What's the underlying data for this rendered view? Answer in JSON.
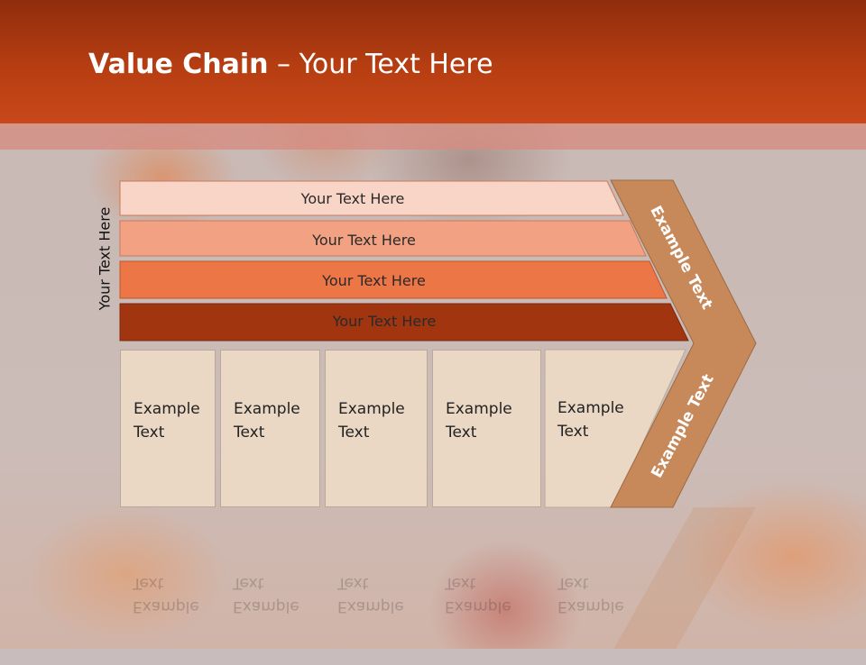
{
  "title": {
    "bold": "Value Chain",
    "rest": " – Your Text Here"
  },
  "side_label": "Your Text Here",
  "bars": [
    "Your Text Here",
    "Your Text Here",
    "Your Text Here",
    "Your Text Here"
  ],
  "boxes": [
    {
      "line1": "Example",
      "line2": "Text"
    },
    {
      "line1": "Example",
      "line2": "Text"
    },
    {
      "line1": "Example",
      "line2": "Text"
    },
    {
      "line1": "Example",
      "line2": "Text"
    },
    {
      "line1": "Example",
      "line2": "Text"
    }
  ],
  "chevron": {
    "upper_label": "Example Text",
    "lower_label": "Example Text"
  },
  "colors": {
    "header": "#b73e12",
    "bar1": "#f9d5c7",
    "bar2": "#f2a283",
    "bar3": "#ed7647",
    "bar4": "#a03510",
    "box": "#ead8c4",
    "chevron": "#c7895a"
  }
}
